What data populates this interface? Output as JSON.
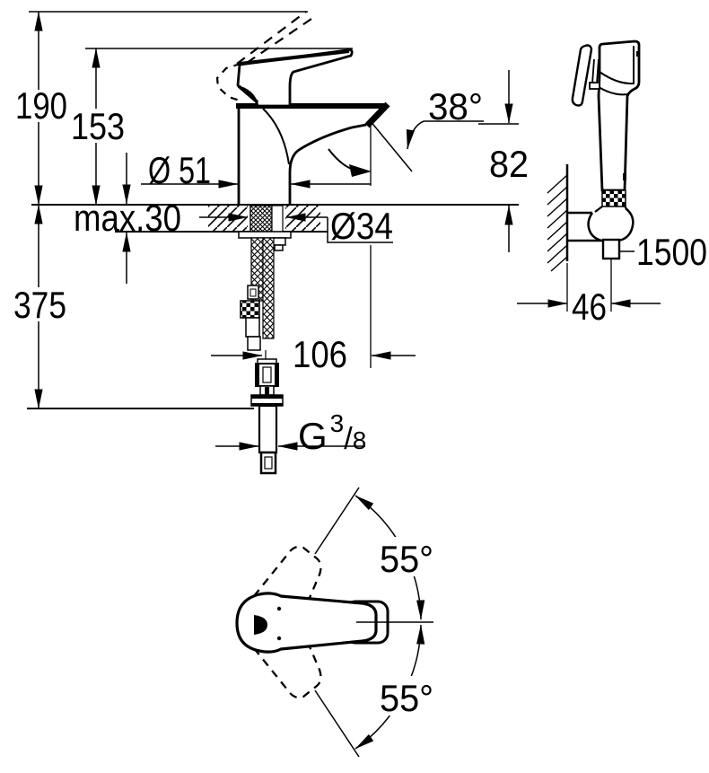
{
  "colors": {
    "line": "#000000",
    "background": "#ffffff"
  },
  "labels": {
    "height_overall": "190",
    "height_handle": "153",
    "base_diameter": "Ø 51",
    "deck_max": "max.30",
    "hole_diameter": "Ø34",
    "spout_angle": "38°",
    "spout_height": "82",
    "below_deck_depth": "375",
    "spout_projection": "106",
    "thread": {
      "g": "G",
      "numerator": "3",
      "slash": "/",
      "denominator": "8"
    },
    "hose_length": "1500",
    "holder_depth": "46",
    "swivel_angle_upper": "55°",
    "swivel_angle_lower": "55°"
  }
}
